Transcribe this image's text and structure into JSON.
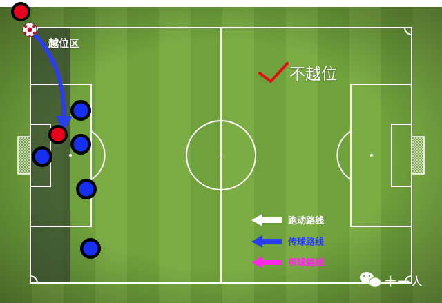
{
  "labels": {
    "offside_zone": "越位区",
    "not_offside": "不越位"
  },
  "legend": {
    "run": {
      "label": "跑动路线",
      "color": "#ffffff"
    },
    "pass": {
      "label": "传球路线",
      "color": "#2a3ef0"
    },
    "dribble": {
      "label": "带球路线",
      "color": "#ff27e8"
    }
  },
  "watermark": {
    "text": "十一人"
  },
  "colors": {
    "pitch_light": "#7cad45",
    "pitch_dark": "#6a9c39",
    "attacker": "#e8001c",
    "defender": "#1530f0",
    "check": "#e01010"
  },
  "icons": [
    "football-icon",
    "checkmark-icon",
    "wechat-icon",
    "arrow-left-icon"
  ]
}
